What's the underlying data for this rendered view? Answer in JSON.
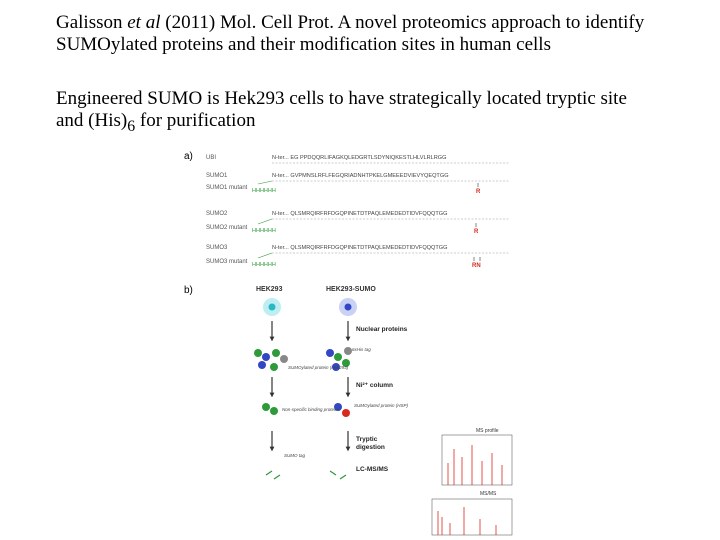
{
  "citation": {
    "authors": "Galisson ",
    "etal": "et al",
    "rest": " (2011) Mol. Cell Prot. A novel proteomics approach to identify SUMOylated proteins and their modification sites in human cells"
  },
  "summary": {
    "line1": "Engineered SUMO is Hek293 cells to have strategically located tryptic site",
    "line2_pre": "and (His)",
    "line2_sub": "6",
    "line2_post": " for purification"
  },
  "figure": {
    "panel_a_label": "a)",
    "panel_b_label": "b)",
    "rows": [
      {
        "name": "UBI",
        "seq": "N-ter... EG PPDQQRLIFAGKQLEDGRTLSDYNIQKESTLHLVLRLRGG"
      },
      {
        "name": "SUMO1",
        "seq": "N-ter... GVPMNSLRFLFEGQRIADNHTPKELGMEEEDVIEVYQEQTGG"
      },
      {
        "name": "SUMO1 mutant",
        "seq": "HHHHHH",
        "mut": "R"
      },
      {
        "name": "SUMO2",
        "seq": "N-ter... QLSMRQIRFRFDGQPINETDTPAQLEMEDEDTIDVFQQQTGG"
      },
      {
        "name": "SUMO2 mutant",
        "seq": "HHHHHH",
        "mut": "R"
      },
      {
        "name": "SUMO3",
        "seq": "N-ter... QLSMRQIRFRFDGQPINETDTPAQLEMEDEDTIDVFQQQTGG"
      },
      {
        "name": "SUMO3 mutant",
        "seq": "HHHHHH",
        "mut": "RN"
      }
    ],
    "cells_left": "HEK293",
    "cells_right": "HEK293-SUMO",
    "step_nuclear": "Nuclear proteins",
    "step_column": "Ni²⁺ column",
    "step_digest_1": "Tryptic",
    "step_digest_2": "digestion",
    "step_lcms": "LC-MS/MS",
    "tag_label": "6xHis tag",
    "sumo_protein_label": "SUMOylated protein (Hek293)",
    "nonspecific_label": "Non-specific binding proteins",
    "sumoylated_label": "SUMOylated protein (HSP)",
    "sumo_tag_label": "SUMO tag",
    "ms_profile": "MS profile",
    "msms": "MS/MS",
    "colors": {
      "red": "#d9281e",
      "blue": "#3347c4",
      "teal": "#28b8c4",
      "green": "#2e9a3a",
      "grey": "#888888"
    }
  }
}
